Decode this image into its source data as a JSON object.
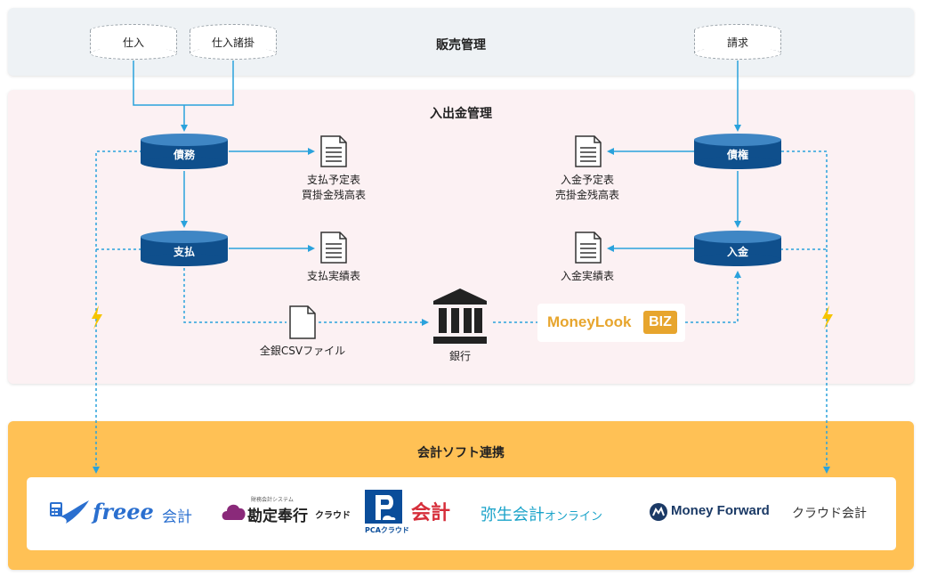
{
  "panels": {
    "sales_title": "販売管理",
    "cash_title": "入出金管理",
    "accounting_title": "会計ソフト連携"
  },
  "sales_nodes": {
    "purchase": "仕入",
    "purchase_payable": "仕入諸掛",
    "billing": "請求"
  },
  "cash_nodes": {
    "debt": "債務",
    "payment": "支払",
    "credit": "債権",
    "deposit": "入金"
  },
  "reports": {
    "payment_plan": [
      "支払予定表",
      "買掛金残高表"
    ],
    "payment_actual": "支払実績表",
    "deposit_plan": [
      "入金予定表",
      "売掛金残高表"
    ],
    "deposit_actual": "入金実績表"
  },
  "bank": {
    "csv_label": "全銀CSVファイル",
    "bank_label": "銀行"
  },
  "moneylook": {
    "name": "MoneyLook",
    "badge": "BIZ"
  },
  "accounting_software": {
    "freee_name": "freee",
    "freee_suffix": "会計",
    "kanjo_small": "財務会計システム",
    "kanjo_name": "勘定奉行",
    "kanjo_suffix": "クラウド",
    "pca_brand": "PCAクラウド",
    "pca_suffix": "会計",
    "yayoi_name": "弥生会計",
    "yayoi_suffix": "オンライン",
    "mf_name": "Money Forward",
    "mf_suffix": "クラウド会計"
  },
  "colors": {
    "line": "#2aa2dc",
    "db_dark": "#0f4f8c",
    "db_top": "#3f86c4",
    "bolt": "#f5c400",
    "accounting_bg": "#ffc155",
    "moneylook": "#e7a52d",
    "freee": "#2a6fcf",
    "kanjo": "#8a2a7a",
    "pca_blue": "#0a4d9a",
    "pca_red": "#d62e3a",
    "yayoi": "#1aa3c9",
    "mf": "#1b3a66"
  }
}
